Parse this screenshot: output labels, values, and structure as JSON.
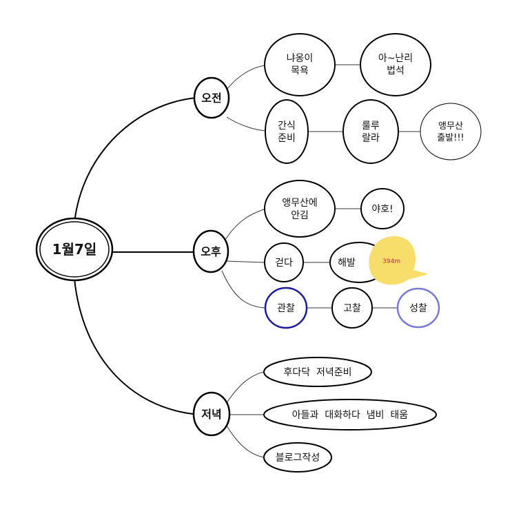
{
  "diagram": {
    "root": {
      "label": "1월7일"
    },
    "morning": {
      "label": "오전",
      "cat_line1": "냐옹이",
      "cat_line2": "목욕",
      "breakfast_line1": "아~난리",
      "breakfast_line2": "법석",
      "snack_line1": "간식",
      "snack_line2": "준비",
      "lalala_line1": "룰루",
      "lalala_line2": "랄라",
      "depart_line1": "앵무산",
      "depart_line2": "출발!!!"
    },
    "afternoon": {
      "label": "오후",
      "arrive_line1": "앵무산에",
      "arrive_line2": "안김",
      "yaho": "야호!",
      "walk": "걷다",
      "altitude": "해발",
      "altitude_note": "394m",
      "observe": "관찰",
      "consider": "고찰",
      "reflect": "성찰"
    },
    "evening": {
      "label": "저녁",
      "dinner": "후다닥  저녁준비",
      "talk": "아들과  대화하다  냄비  태움",
      "blog": "블로그작성"
    }
  },
  "colors": {
    "observe_border": "#1a1aa0",
    "reflect_border": "#7777dd",
    "bubble_fill": "#f7dd6a",
    "note_text": "#e0283a"
  }
}
